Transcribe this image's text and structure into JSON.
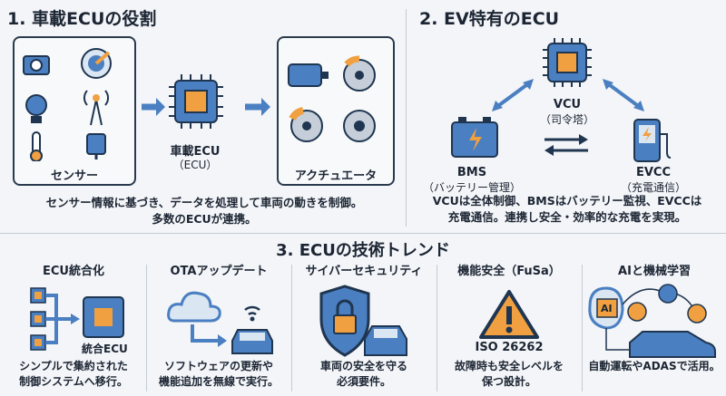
{
  "section1": {
    "title": "1. 車載ECUの役割",
    "sensor_label": "センサー",
    "ecu_label": "車載ECU",
    "ecu_sub": "（ECU）",
    "actuator_label": "アクチュエータ",
    "desc_line1": "センサー情報に基づき、データを処理して車両の動きを制御。",
    "desc_line2": "多数のECUが連携。"
  },
  "section2": {
    "title": "2. EV特有のECU",
    "vcu_label": "VCU",
    "vcu_sub": "（司令塔）",
    "bms_label": "BMS",
    "bms_sub": "（バッテリー管理）",
    "evcc_label": "EVCC",
    "evcc_sub": "（充電通信）",
    "desc_line1": "VCUは全体制御、BMSはバッテリー監視、EVCCは",
    "desc_line2": "充電通信。連携し安全・効率的な充電を実現。"
  },
  "section3": {
    "title": "3. ECUの技術トレンド",
    "columns": [
      {
        "title": "ECU統合化",
        "icon_label": "統合ECU",
        "caption1": "シンプルで集約された",
        "caption2": "制御システムへ移行。"
      },
      {
        "title": "OTAアップデート",
        "caption1": "ソフトウェアの更新や",
        "caption2": "機能追加を無線で実行。"
      },
      {
        "title": "サイバーセキュリティ",
        "caption1": "車両の安全を守る",
        "caption2": "必須要件。"
      },
      {
        "title": "機能安全（FuSa）",
        "icon_label": "ISO 26262",
        "caption1": "故障時も安全レベルを",
        "caption2": "保つ設計。"
      },
      {
        "title": "AIと機械学習",
        "icon_label": "AI",
        "caption1": "自動運転やADASで活用。",
        "caption2": ""
      }
    ]
  },
  "colors": {
    "blue": "#4a7fc1",
    "orange": "#f0a040",
    "navy": "#1f3550"
  }
}
